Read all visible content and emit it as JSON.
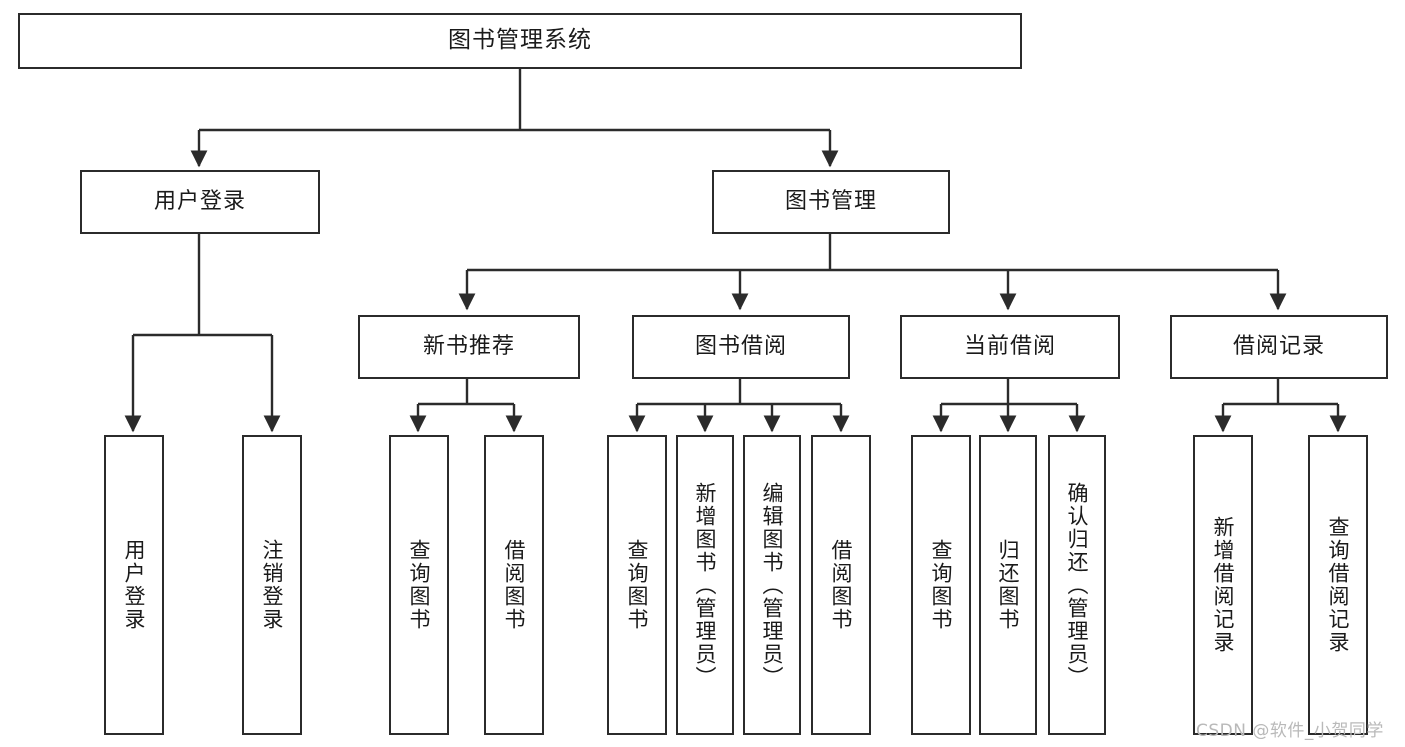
{
  "diagram": {
    "title": "图书管理系统",
    "type": "tree",
    "background_color": "#ffffff",
    "line_color": "#2b2b2b",
    "box_border_color": "#2b2b2b",
    "text_color": "#1a1a1a"
  },
  "root": {
    "label": "图书管理系统"
  },
  "level1": [
    {
      "label": "用户登录"
    },
    {
      "label": "图书管理"
    }
  ],
  "level2": [
    {
      "label": "新书推荐"
    },
    {
      "label": "图书借阅"
    },
    {
      "label": "当前借阅"
    },
    {
      "label": "借阅记录"
    }
  ],
  "leaves": {
    "user_login": [
      {
        "label": "用户登录"
      },
      {
        "label": "注销登录"
      }
    ],
    "new_book": [
      {
        "label": "查询图书"
      },
      {
        "label": "借阅图书"
      }
    ],
    "book_borrow": [
      {
        "label": "查询图书"
      },
      {
        "label": "新增图书（管理员）"
      },
      {
        "label": "编辑图书（管理员）"
      },
      {
        "label": "借阅图书"
      }
    ],
    "current_borrow": [
      {
        "label": "查询图书"
      },
      {
        "label": "归还图书"
      },
      {
        "label": "确认归还（管理员）"
      }
    ],
    "borrow_record": [
      {
        "label": "新增借阅记录"
      },
      {
        "label": "查询借阅记录"
      }
    ]
  },
  "watermark": {
    "text": "CSDN @软件_小贺同学"
  }
}
